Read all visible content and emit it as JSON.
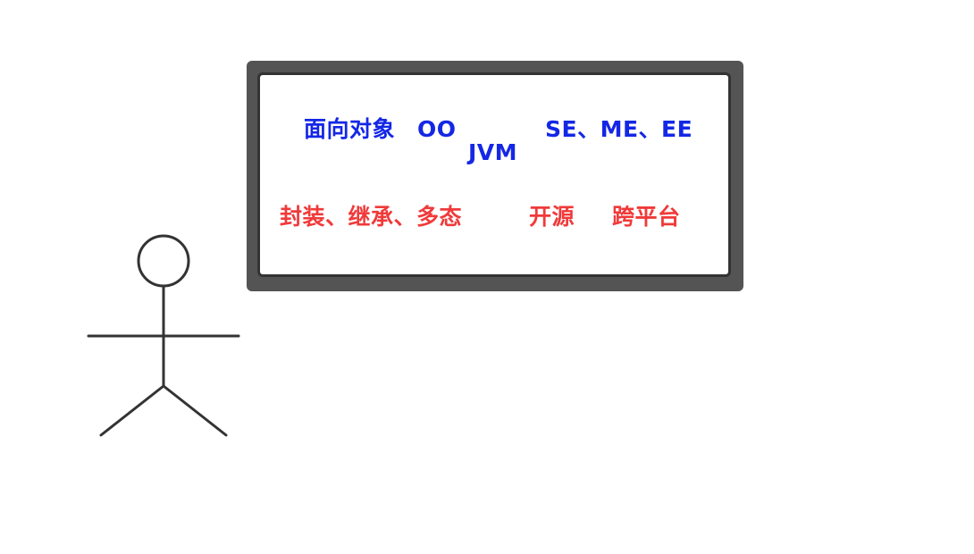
{
  "board": {
    "blue_terms": {
      "oop": "面向对象",
      "oo": "OO",
      "jvm": "JVM",
      "editions": "SE、ME、EE"
    },
    "red_terms": {
      "features": "封装、继承、多态",
      "open_source": "开源",
      "cross_platform": "跨平台"
    }
  },
  "colors": {
    "blue": "#1427e6",
    "red": "#f03a3a",
    "frame": "#545454",
    "stroke": "#333333"
  },
  "figure": {
    "icon": "stick-figure-person-icon"
  }
}
